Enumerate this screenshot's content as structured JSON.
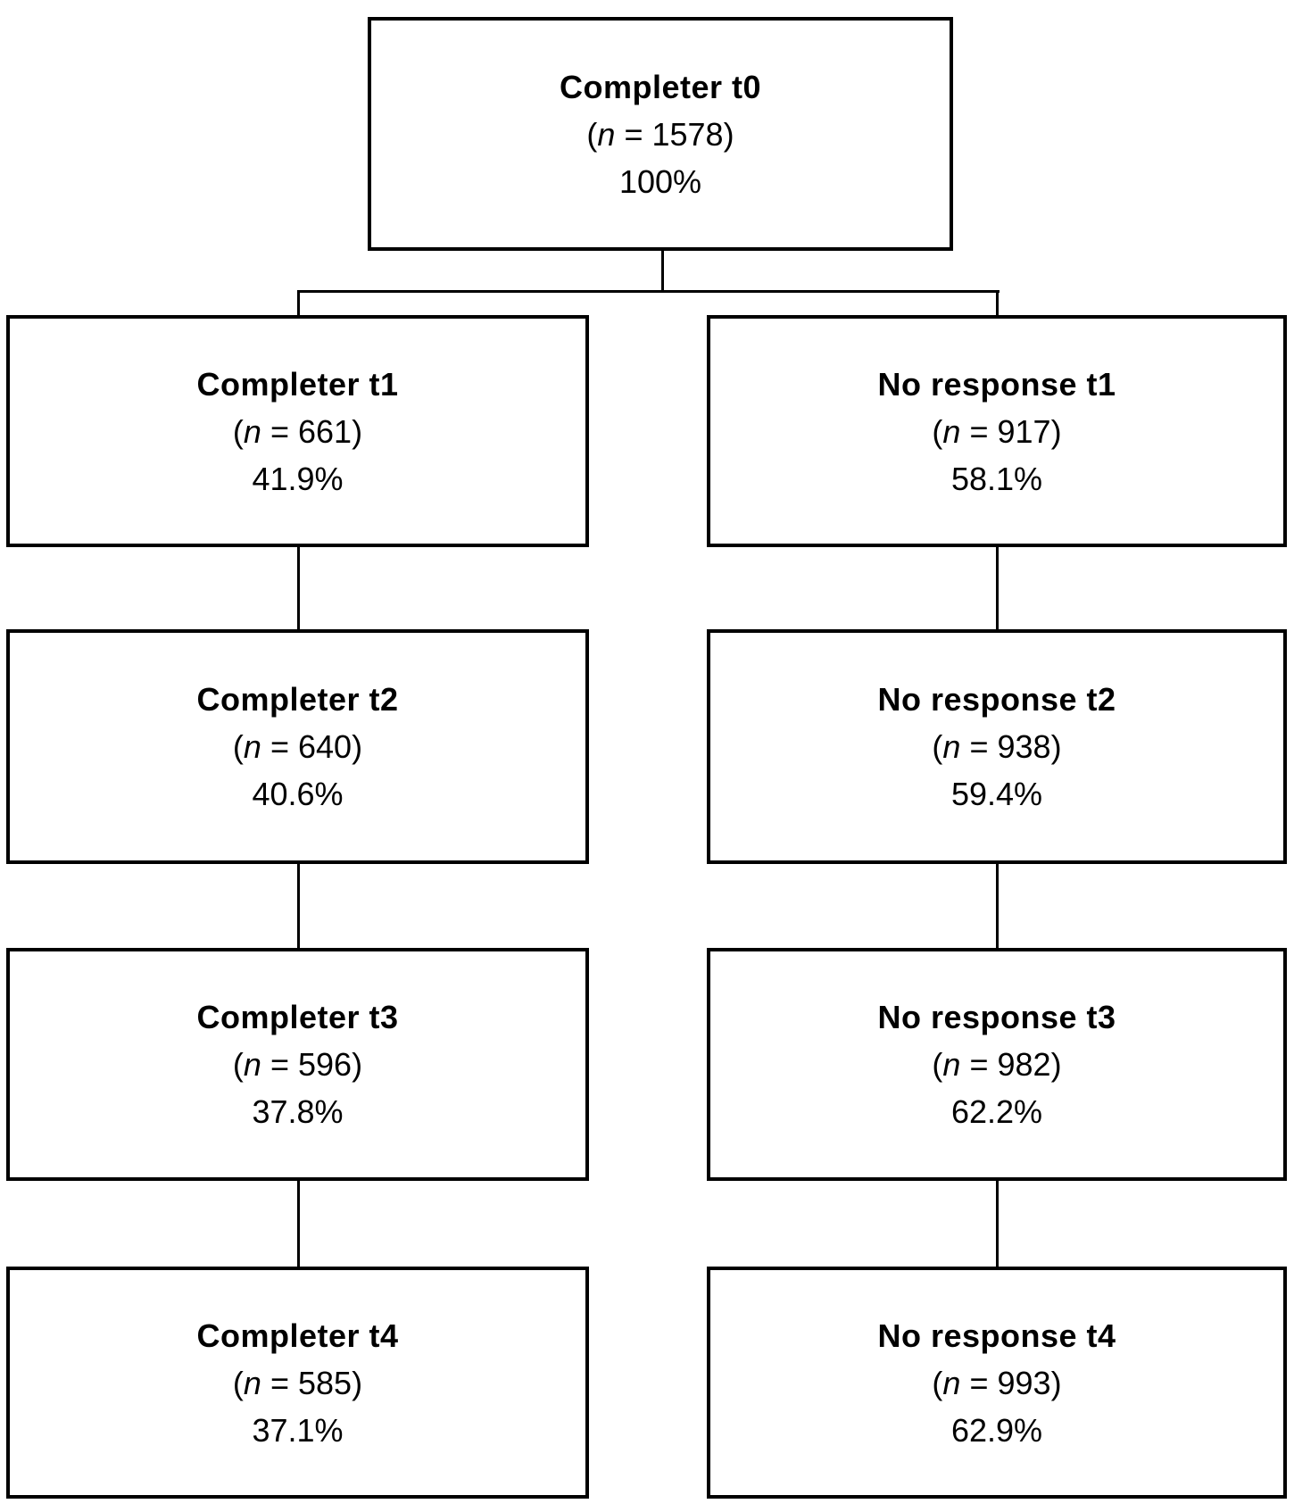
{
  "flowchart": {
    "line_color": "#000000",
    "background_color": "#ffffff",
    "n_format": {
      "open": "(",
      "symbol": "n",
      "equals": " = ",
      "close": ")"
    },
    "root": {
      "title": "Completer t0",
      "n": "1578",
      "percent": "100%"
    },
    "completer": {
      "boxes": [
        {
          "title": "Completer t1",
          "n": "661",
          "percent": "41.9%"
        },
        {
          "title": "Completer t2",
          "n": "640",
          "percent": "40.6%"
        },
        {
          "title": "Completer t3",
          "n": "596",
          "percent": "37.8%"
        },
        {
          "title": "Completer t4",
          "n": "585",
          "percent": "37.1%"
        }
      ]
    },
    "no_response": {
      "boxes": [
        {
          "title": "No response t1",
          "n": "917",
          "percent": "58.1%"
        },
        {
          "title": "No response t2",
          "n": "938",
          "percent": "59.4%"
        },
        {
          "title": "No response t3",
          "n": "982",
          "percent": "62.2%"
        },
        {
          "title": "No response t4",
          "n": "993",
          "percent": "62.9%"
        }
      ]
    }
  }
}
